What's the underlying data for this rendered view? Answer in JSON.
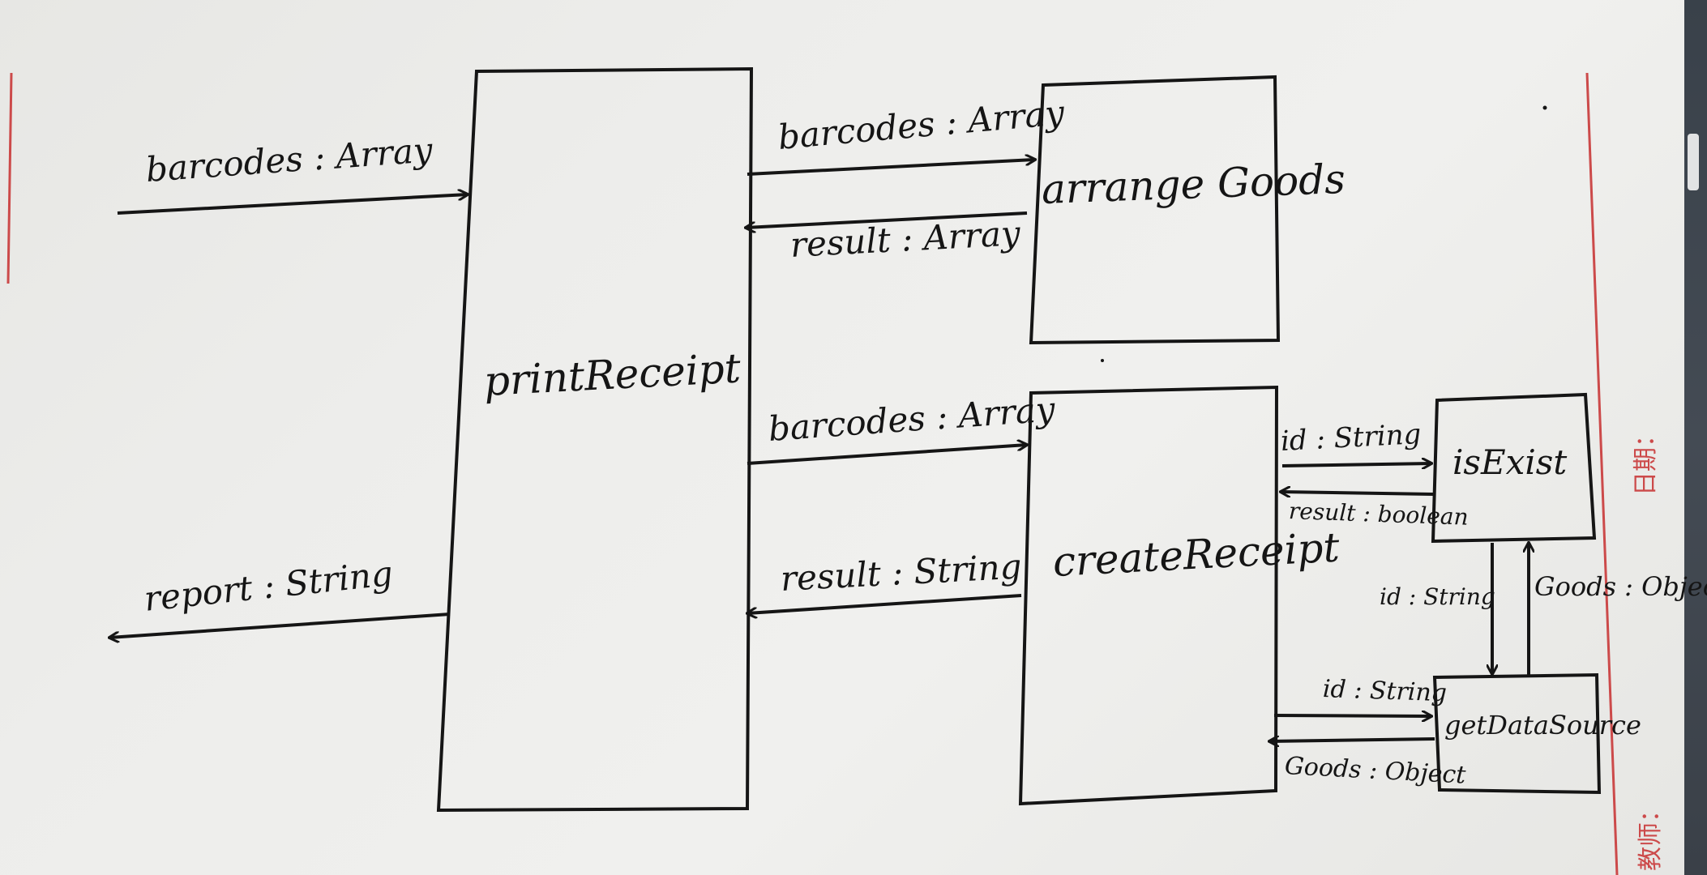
{
  "nodes": {
    "printReceipt": "printReceipt",
    "arrangeGoods": "arrange Goods",
    "createReceipt": "createReceipt",
    "isExist": "isExist",
    "getDataSource": "getDataSource"
  },
  "edges": {
    "input_barcodes": "barcodes : Array",
    "output_report": "report : String",
    "print_to_arrange": "barcodes : Array",
    "arrange_to_print": "result : Array",
    "print_to_create": "barcodes : Array",
    "create_to_print": "result : String",
    "create_to_isexist": "id : String",
    "isexist_to_create": "result : boolean",
    "isexist_to_getdata": "id : String",
    "getdata_to_isexist": "Goods : Object",
    "create_to_getdata": "id : String",
    "getdata_to_create": "Goods : Object"
  },
  "margin": {
    "date": "日期：",
    "teacher": "教师："
  },
  "colors": {
    "ink": "#151515",
    "margin_red": "#cc4a4a",
    "paper": "#ededeb"
  }
}
